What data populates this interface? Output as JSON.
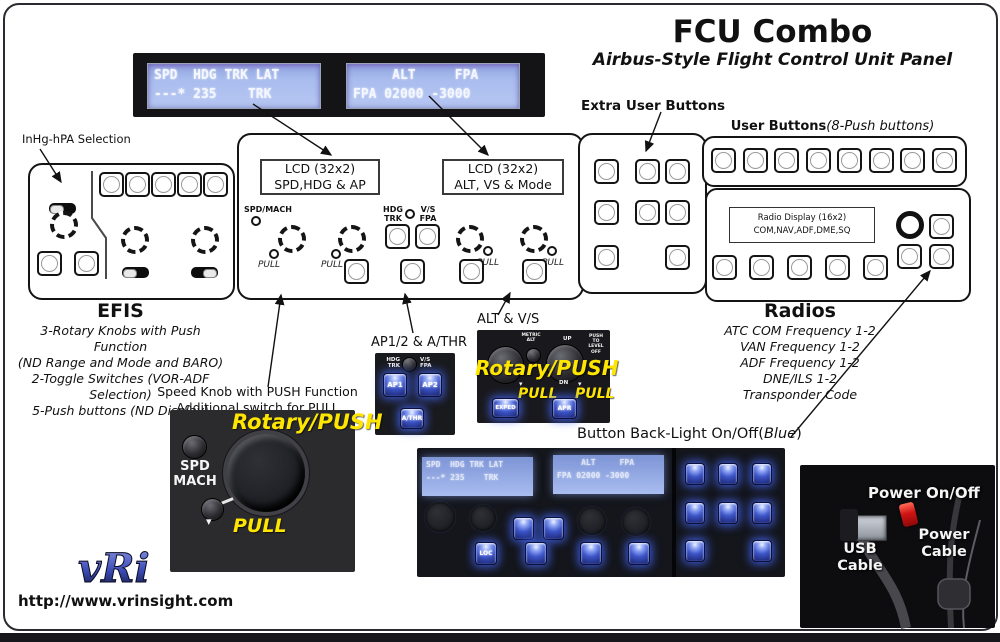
{
  "page": {
    "title": "FCU Combo",
    "subtitle": "Airbus-Style Flight Control Unit Panel",
    "url": "http://www.vrinsight.com",
    "logo": "vRi"
  },
  "top_lcd": {
    "left_line1": "SPD  HDG TRK LAT",
    "left_line2": "---* 235    TRK ",
    "right_line1": "     ALT     FPA",
    "right_line2": "FPA 02000 -3000 "
  },
  "annotations": {
    "inhg": "InHg-hPA Selection",
    "extra_user_buttons": "Extra User Buttons",
    "user_buttons": "User Buttons",
    "user_buttons_sub": "(8-Push buttons)",
    "ap12": "AP1/2 & A/THR",
    "altvs": "ALT & V/S",
    "speed1": "Speed Knob with PUSH Function",
    "speed2": "Additional switch for PULL",
    "backlight_pre": "Button Back-Light On/Off(",
    "backlight_em": "Blue",
    "backlight_post": ")",
    "rotary_push": "Rotary/PUSH",
    "pull_yellow": "PULL"
  },
  "efis": {
    "heading": "EFIS",
    "lines": [
      "3-Rotary Knobs with Push Function",
      "(ND Range and Mode and BARO)",
      "2-Toggle Switches (VOR-ADF Selection)",
      "5-Push buttons (ND Display)"
    ]
  },
  "radios": {
    "heading": "Radios",
    "lines": [
      "ATC COM Frequency 1-2",
      "VAN Frequency 1-2",
      "ADF Frequency 1-2",
      "DNE/ILS 1-2",
      "Transponder Code"
    ],
    "display_line1": "Radio Display (16x2)",
    "display_line2": "COM,NAV,ADF,DME,SQ"
  },
  "center_panel": {
    "lcd1_line1": "LCD (32x2)",
    "lcd1_line2": "SPD,HDG & AP",
    "lcd2_line1": "LCD (32x2)",
    "lcd2_line2": "ALT, VS & Mode",
    "spd_mach": "SPD/MACH",
    "hdg_trk": "HDG\nTRK",
    "vs_fpa": "V/S\nFPA",
    "pull": "PULL"
  },
  "ap_photo": {
    "hdg_trk": "HDG\nTRK",
    "vs_fpa": "V/S\nFPA",
    "ap1": "AP1",
    "ap2": "AP2",
    "athr": "A/THR"
  },
  "altvs_photo": {
    "metric_alt": "METRIC\nALT",
    "up": "UP",
    "dn": "DN",
    "push_to": "PUSH\nTO\nLEVEL\nOFF",
    "exped": "EXPED",
    "apr": "APR"
  },
  "speed_photo": {
    "spd_mach": "SPD\nMACH"
  },
  "backlight_photo": {
    "loc": "LOC"
  },
  "power_photo": {
    "power_onoff": "Power On/Off",
    "usb_cable": "USB\nCable",
    "power_cable": "Power\nCable"
  },
  "colors": {
    "lcd_blue": "#a9bcee",
    "button_glow_blue": "#4a6cff",
    "accent_yellow": "#ffe600"
  }
}
